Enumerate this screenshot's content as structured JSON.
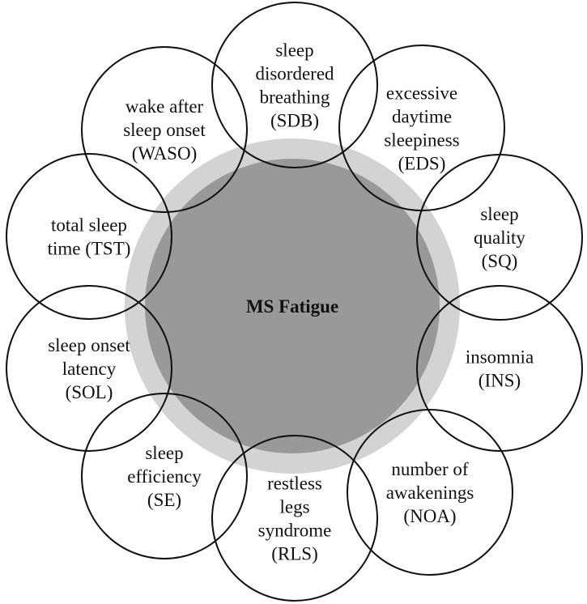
{
  "center": {
    "label": "MS Fatigue",
    "fill": "#999999",
    "ring": "#d3d3d3"
  },
  "circle_stroke": "#111111",
  "factors": [
    {
      "id": "sdb",
      "lines": [
        "sleep",
        "disordered",
        "breathing",
        "(SDB)"
      ]
    },
    {
      "id": "eds",
      "lines": [
        "excessive",
        "daytime",
        "sleepiness",
        "(EDS)"
      ]
    },
    {
      "id": "sq",
      "lines": [
        "sleep",
        "quality",
        "(SQ)"
      ]
    },
    {
      "id": "ins",
      "lines": [
        "insomnia",
        "(INS)"
      ]
    },
    {
      "id": "noa",
      "lines": [
        "number of",
        "awakenings",
        "(NOA)"
      ]
    },
    {
      "id": "rls",
      "lines": [
        "restless",
        "legs",
        "syndrome",
        "(RLS)"
      ]
    },
    {
      "id": "se",
      "lines": [
        "sleep",
        "efficiency",
        "(SE)"
      ]
    },
    {
      "id": "sol",
      "lines": [
        "sleep onset",
        "latency",
        "(SOL)"
      ]
    },
    {
      "id": "tst",
      "lines": [
        "total sleep",
        "time (TST)"
      ]
    },
    {
      "id": "waso",
      "lines": [
        "wake after",
        "sleep onset",
        "(WASO)"
      ]
    }
  ]
}
